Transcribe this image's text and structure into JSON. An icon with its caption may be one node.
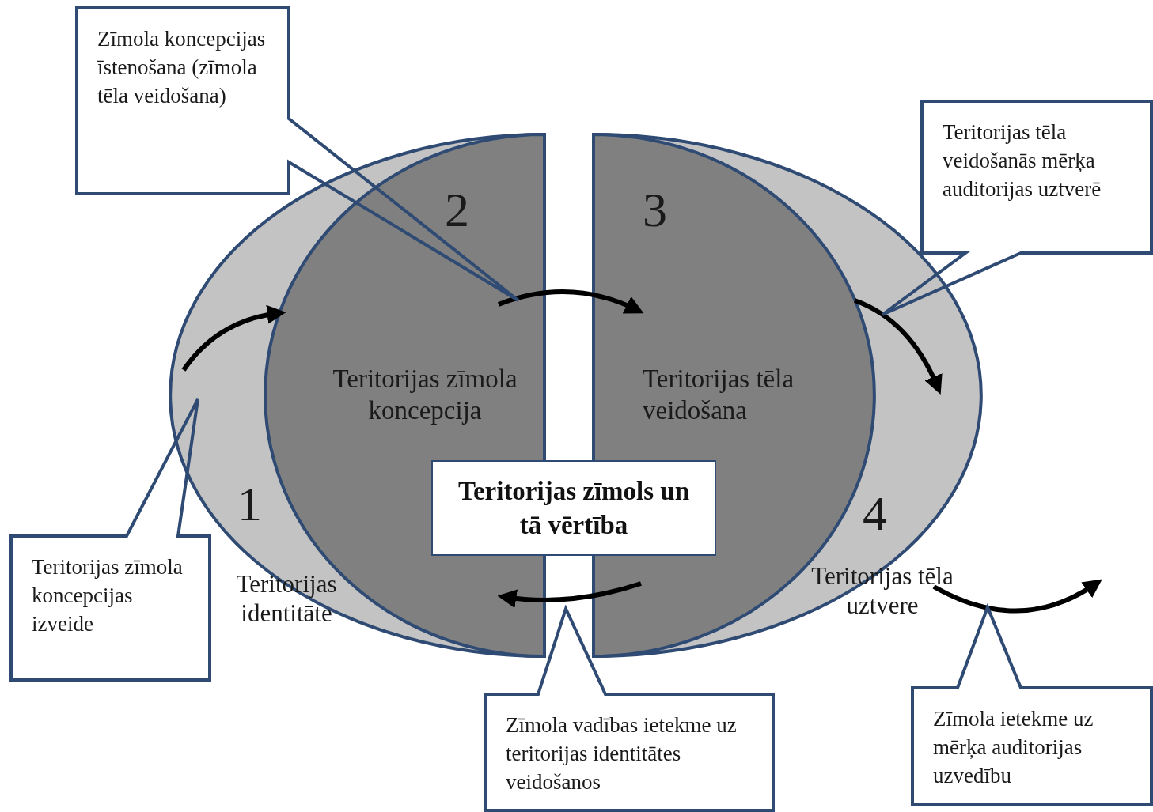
{
  "diagram": {
    "nodes": [
      {
        "text": [
          "1",
          "Teritorijas identitāte"
        ]
      },
      {
        "text": [
          "2",
          "Teritorijas zīmola koncepcija"
        ],
        "in": 0
      },
      {
        "text": [
          "3",
          "Teritorijas tēla veidošana"
        ],
        "in": 3
      },
      {
        "text": [
          "4",
          "Teritorijas tēla uztvere"
        ]
      },
      {
        "text": [
          "Teritorijas zīmols un tā vērtība"
        ]
      },
      {
        "text": [
          "Zīmola koncepcijas īstenošana (zīmola tēla veidošana)"
        ]
      },
      {
        "text": [
          "Teritorijas tēla veidošanās mērķa auditorijas uztverē"
        ]
      },
      {
        "text": [
          "Teritorijas zīmola koncepcijas izveide"
        ]
      },
      {
        "text": [
          "Zīmola vadības ietekme uz teritorijas identitātes veidošanos"
        ]
      },
      {
        "text": [
          "Zīmola ietekme uz mērķa auditorijas uzvedību"
        ]
      }
    ],
    "edges": [
      {
        "from": 0,
        "to": 1,
        "arrow": "to"
      },
      {
        "from": 1,
        "to": 2,
        "arrow": "to"
      },
      {
        "from": 2,
        "to": 3,
        "arrow": "to"
      },
      {
        "from": 2,
        "to": 1,
        "arrow": "to"
      },
      {
        "from": 3,
        "to": null,
        "arrow": "to"
      }
    ]
  }
}
